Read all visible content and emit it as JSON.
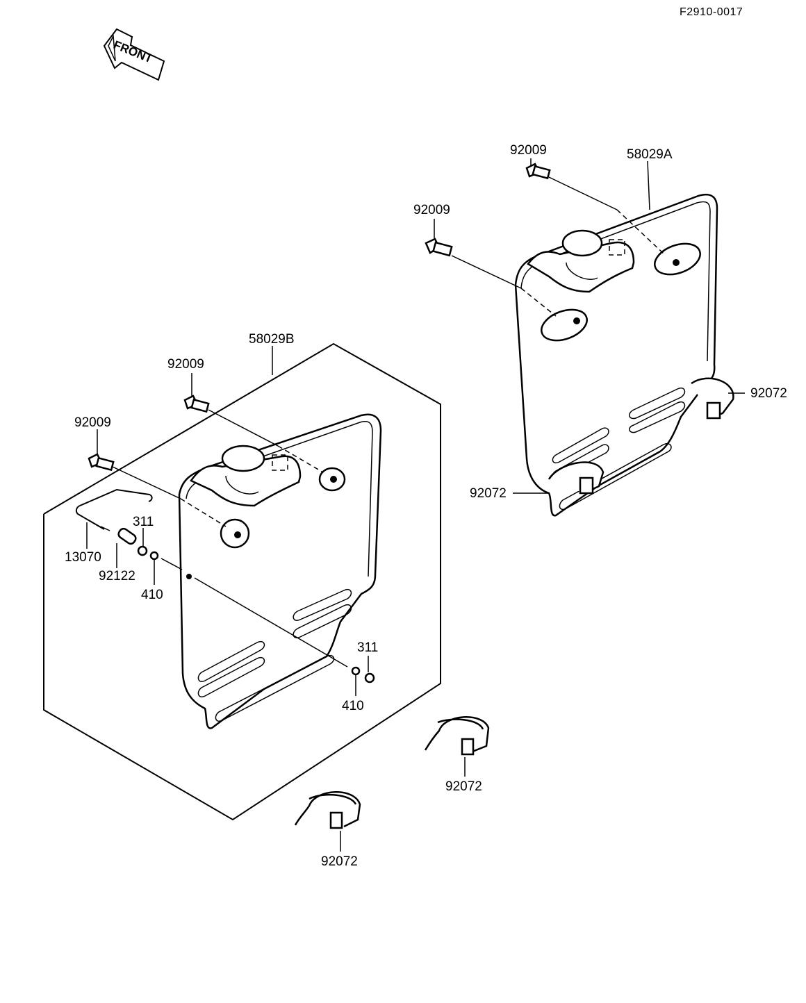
{
  "diagram_code": "F2910-0017",
  "front_label": "FRONT",
  "parts": {
    "cover_right": "58029A",
    "cover_left": "58029B",
    "bolt_r1": "92009",
    "bolt_r2": "92009",
    "bolt_l1": "92009",
    "bolt_l2": "92009",
    "clamp_r1": "92072",
    "clamp_r2": "92072",
    "clamp_b1": "92072",
    "clamp_b2": "92072",
    "rod": "13070",
    "pipe": "92122",
    "nut_a": "311",
    "nut_b": "311",
    "washer_a": "410",
    "washer_b": "410"
  }
}
